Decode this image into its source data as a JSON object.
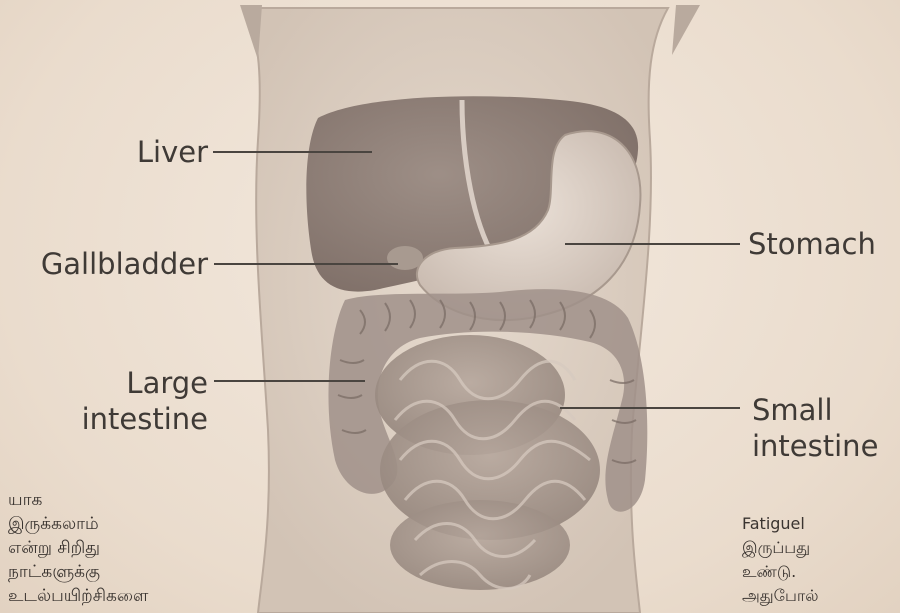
{
  "labels": {
    "liver": "Liver",
    "gallbladder": "Gallbladder",
    "large_intestine_1": "Large",
    "large_intestine_2": "intestine",
    "stomach": "Stomach",
    "small_intestine_1": "Small",
    "small_intestine_2": "intestine"
  },
  "left_text": {
    "lines": [
      "யாக",
      "இருக்கலாம்",
      "என்று சிறிது",
      "நாட்களுக்கு",
      "உடல்பயிற்சிகளை"
    ]
  },
  "right_text": {
    "lines": [
      "Fatiguel",
      "இருப்பது",
      "உண்டு.",
      "அதுபோல்"
    ]
  },
  "colors": {
    "background": "#efe3d6",
    "text": "#3f3a36",
    "leader": "#4a4540",
    "organ_dark": "#8a7a72",
    "organ_light": "#d9ccc2"
  }
}
